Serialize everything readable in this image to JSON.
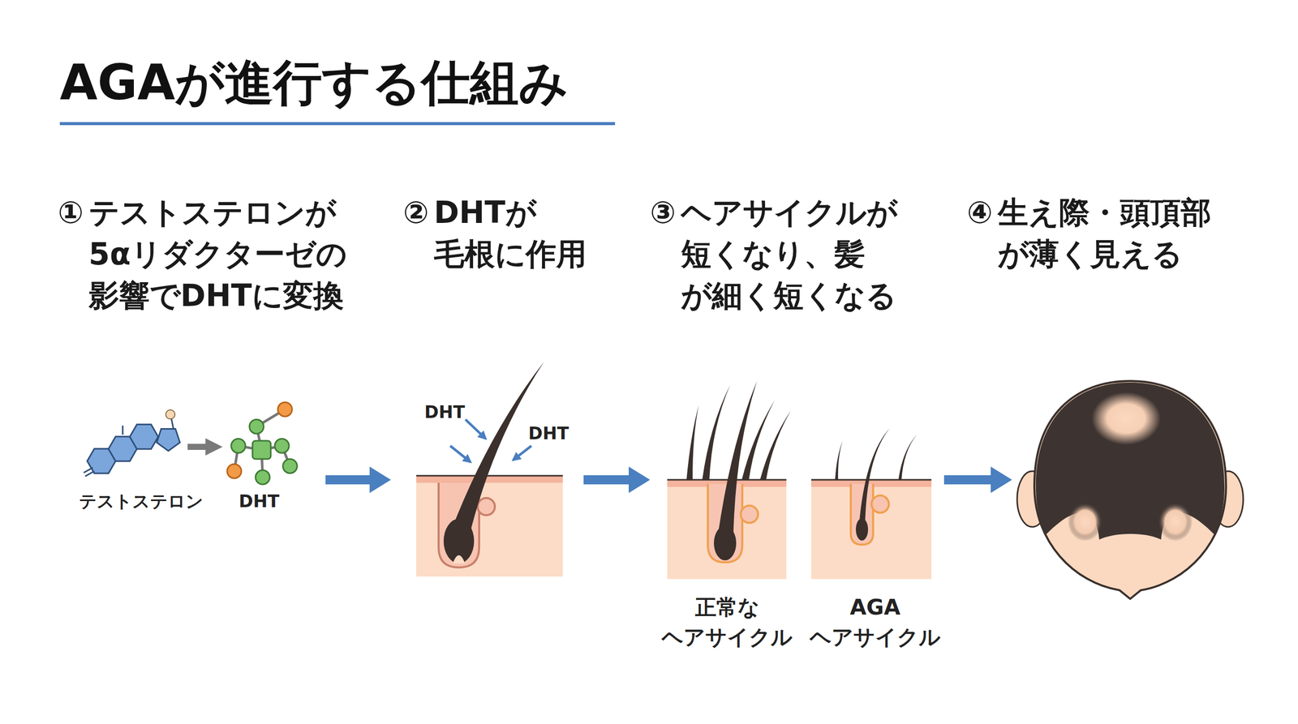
{
  "diagram": {
    "title": "AGAが進行する仕組み",
    "nodes": [
      {
        "text": [
          "①",
          "テストステロンが 5αリダクターゼの 影響でDHTに変換"
        ]
      },
      {
        "text": [
          "②",
          "DHTが 毛根に作用"
        ]
      },
      {
        "text": [
          "③",
          "ヘアサイクルが 短くなり、髪 が細く短くなる"
        ]
      },
      {
        "text": [
          "④",
          "生え際・頭頂部 が薄く見える"
        ]
      }
    ],
    "edges": [
      {
        "from": 0,
        "to": 1,
        "arrow": "to"
      },
      {
        "from": 1,
        "to": 2,
        "arrow": "to"
      },
      {
        "from": 2,
        "to": 3,
        "arrow": "to"
      }
    ],
    "labels": [
      "テストステロン",
      "DHT",
      "DHT",
      "DHT",
      "正常な ヘアサイクル",
      "AGA ヘアサイクル"
    ]
  }
}
